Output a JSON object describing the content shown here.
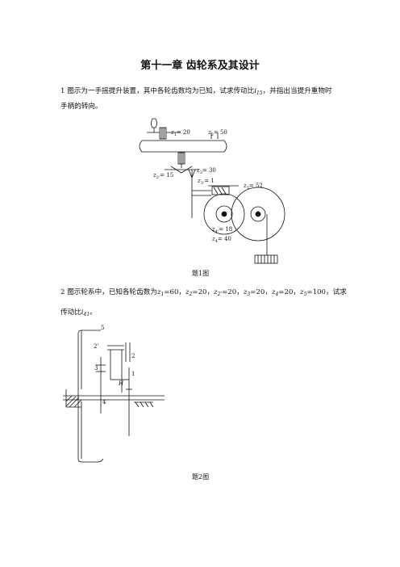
{
  "title": "第十一章    齿轮系及其设计",
  "q1": {
    "text_a": "1    图示为一手摇提升装置，其中各轮齿数均为已知，试求传动比",
    "ratio_sym": "i",
    "ratio_sub": "15",
    "text_b": "，并指出当提升重物时",
    "text_c": "手柄的转向。",
    "caption": "题1图",
    "labels": {
      "z1": "z",
      "z1_sub": "1",
      "z1_val": "= 20",
      "z2": "z",
      "z2_sub": "2",
      "z2_val": "= 50",
      "z2p": "z",
      "z2p_sub": "2'",
      "z2p_val": "= 15",
      "z3": "z",
      "z3_sub": "3",
      "z3_val": "= 30",
      "z3p": "z",
      "z3p_sub": "3'",
      "z3p_val": "= 1",
      "z4": "z",
      "z4_sub": "4",
      "z4_val": "= 40",
      "z4p": "z",
      "z4p_sub": "4'",
      "z4p_val": "= 18",
      "z5": "z",
      "z5_sub": "5",
      "z5_val": "= 52"
    }
  },
  "q2": {
    "text_a": "2    图示轮系中，已知各轮齿数为",
    "z1_val": "=60，",
    "z2_val": "=20，",
    "z2p_val": "=20，",
    "z3_val": "=20，",
    "z4_val": "=20，",
    "z5_val": "=100，试求",
    "text_c": "传动比",
    "ratio_sym": "i",
    "ratio_sub": "41",
    "text_d": "。",
    "zsym": "z",
    "sub1": "1",
    "sub2": "2",
    "sub2p": "2'",
    "sub3": "3",
    "sub4": "4",
    "sub5": "5",
    "caption": "题2图",
    "labels": {
      "n5": "5",
      "n2p": "2'",
      "n2": "2",
      "n3": "3",
      "nH": "H",
      "n1": "1",
      "n4": "4"
    }
  }
}
